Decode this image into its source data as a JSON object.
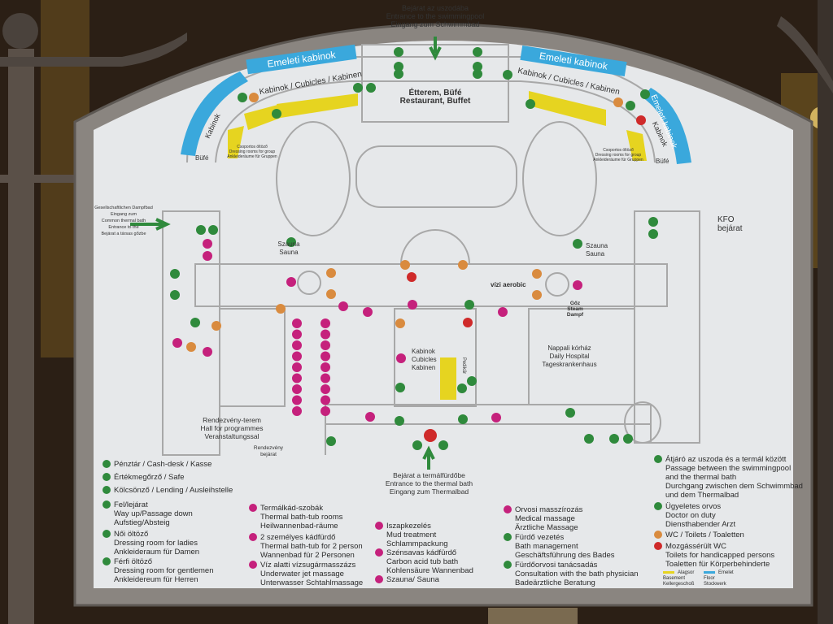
{
  "colors": {
    "green": "#2f8a3c",
    "magenta": "#c5217c",
    "orange": "#d98b3f",
    "red": "#cf2a2a",
    "yellow": "#e6d420",
    "blue": "#3aa8dc"
  },
  "top_entrance": [
    "Bejárat az uszodába",
    "Entrance to the swimmingpool",
    "Eingang zum Schwimmbad"
  ],
  "banners": {
    "left": "Emeleti kabinok",
    "right": "Emeleti kabinok",
    "right_side": "Emeleti kabinok"
  },
  "cubicles_left": "Kabinok / Cubicles / Kabinen",
  "cubicles_right": "Kabinok / Cubicles / Kabinen",
  "restaurant": [
    "Étterem, Büfé",
    "Restaurant, Buffet"
  ],
  "kabinok_side": "Kabinok",
  "bufe": "Büfé",
  "group_dressing": [
    "Csoportos öltöző",
    "Dressing rooms for group",
    "Ankleideräume für Gruppen"
  ],
  "left_entrance": [
    "Gesellschaftlichen Dampfbad",
    "Eingang zum",
    "Common thermal bath",
    "Entrance to the",
    "Bejárat a társas gőzbe"
  ],
  "kfo": [
    "KFO",
    "bejárat"
  ],
  "sauna": [
    "Szauna",
    "Sauna"
  ],
  "aerobic": "vízi aerobic",
  "steam": [
    "Gőz",
    "Steam",
    "Dampf"
  ],
  "cabins_center": [
    "Kabinok",
    "Cubicles",
    "Kabinen"
  ],
  "pedicure": "Pedikűr",
  "hospital": [
    "Nappali kórház",
    "Daily Hospital",
    "Tageskrankenhaus"
  ],
  "hall": [
    "Rendezvény-terem",
    "Hall for programmes",
    "Veranstaltungssal"
  ],
  "hall_entrance": [
    "Rendezvény",
    "bejárat"
  ],
  "thermal_entrance": [
    "Bejárat a termálfürdőbe",
    "Entrance to the thermal bath",
    "Eingang zum Thermalbad"
  ],
  "legend": {
    "col1": [
      {
        "color": "green",
        "lines": [
          "Pénztár / Cash-desk / Kasse"
        ]
      },
      {
        "color": "green",
        "lines": [
          "Értékmegőrző / Safe"
        ]
      },
      {
        "color": "green",
        "lines": [
          "Kölcsönző / Lending / Ausleihstelle"
        ]
      },
      {
        "color": "green",
        "lines": [
          "Fel/lejárat",
          "Way up/Passage down",
          "Aufstieg/Absteig"
        ]
      },
      {
        "color": "green",
        "lines": [
          "Női öltöző",
          "Dressing room for ladies",
          "Ankleideraum für Damen"
        ]
      },
      {
        "color": "green",
        "lines": [
          "Férfi öltöző",
          "Dressing room for gentlemen",
          "Ankleidereum für Herren"
        ]
      }
    ],
    "col2": [
      {
        "color": "magenta",
        "lines": [
          "Termálkád-szobák",
          "Thermal bath-tub rooms",
          "Heilwannenbad-räume"
        ]
      },
      {
        "color": "magenta",
        "lines": [
          "2 személyes kádfürdő",
          "Thermal bath-tub for 2 person",
          "Wannenbad für 2 Personen"
        ]
      },
      {
        "color": "magenta",
        "lines": [
          "Víz alatti vízsugármasszázs",
          "Underwater jet massage",
          "Unterwasser Schtahlmassage"
        ]
      }
    ],
    "col3": [
      {
        "color": "magenta",
        "lines": [
          "Iszapkezelés",
          "Mud treatment",
          "Schlammpackung"
        ]
      },
      {
        "color": "magenta",
        "lines": [
          "Szénsavas kádfürdő",
          "Carbon acid tub bath",
          "Kohlensäure Wannenbad"
        ]
      },
      {
        "color": "magenta",
        "lines": [
          "Szauna/ Sauna"
        ]
      }
    ],
    "col4": [
      {
        "color": "magenta",
        "lines": [
          "Orvosi masszírozás",
          "Medical massage",
          "Ärztliche Massage"
        ]
      },
      {
        "color": "green",
        "lines": [
          "Fürdő vezetés",
          "Bath management",
          "Geschäftsführung des Bades"
        ]
      },
      {
        "color": "green",
        "lines": [
          "Fürdőorvosi tanácsadás",
          "Consultation with the bath physician",
          "Badeärztliche Beratung"
        ]
      }
    ],
    "col5": [
      {
        "color": "green",
        "lines": [
          "Átjáró az uszoda és a termál között",
          "Passage between the swimmingpool",
          "and the thermal bath",
          "Durchgang zwischen dem Schwimmbad",
          "und dem Thermalbad"
        ]
      },
      {
        "color": "green",
        "lines": [
          "Ügyeletes orvos",
          "Doctor on duty",
          "Diensthabender Arzt"
        ]
      },
      {
        "color": "orange",
        "lines": [
          "WC / Toilets / Toaletten"
        ]
      },
      {
        "color": "red",
        "lines": [
          "Mozgássérült WC",
          "Toilets for handicapped persons",
          "Toaletten für Körperbehinderte"
        ]
      }
    ],
    "floors": {
      "basement": [
        "Alagsor",
        "Basement",
        "Kellergeschoß"
      ],
      "floor": [
        "Emelet",
        "Floor",
        "Stockwerk"
      ]
    }
  }
}
